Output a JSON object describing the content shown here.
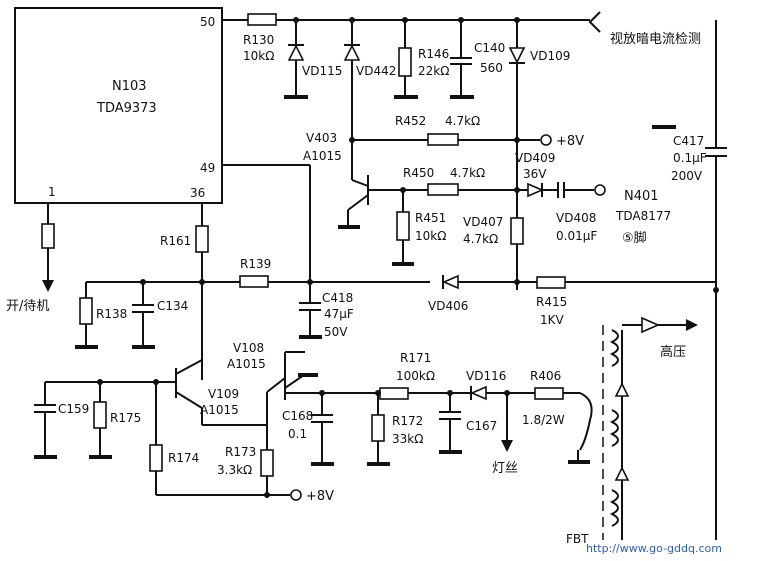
{
  "ic_main": {
    "ref": "N103",
    "part": "TDA9373",
    "pins": [
      "50",
      "49",
      "36",
      "1"
    ]
  },
  "left_label": "开/待机",
  "signal_out": "视放暗电流检测",
  "supply": "+8V",
  "filament": "灯丝",
  "hv": "高压",
  "fbt": "FBT",
  "n401": {
    "ref": "N401",
    "part": "TDA8177",
    "pin": "⑤脚"
  },
  "resistors": [
    {
      "ref": "R130",
      "val": "10kΩ"
    },
    {
      "ref": "R146",
      "val": "22kΩ"
    },
    {
      "ref": "R452",
      "val": "4.7kΩ"
    },
    {
      "ref": "R450",
      "val": "4.7kΩ"
    },
    {
      "ref": "R451",
      "val": "10kΩ"
    },
    {
      "ref": "R161",
      "val": ""
    },
    {
      "ref": "R139",
      "val": ""
    },
    {
      "ref": "R138",
      "val": ""
    },
    {
      "ref": "R415",
      "val": "1KV"
    },
    {
      "ref": "R175",
      "val": ""
    },
    {
      "ref": "R174",
      "val": ""
    },
    {
      "ref": "R173",
      "val": "3.3kΩ"
    },
    {
      "ref": "R171",
      "val": "100kΩ"
    },
    {
      "ref": "R172",
      "val": "33kΩ"
    },
    {
      "ref": "R406",
      "val": "1.8/2W"
    }
  ],
  "capacitors": [
    {
      "ref": "C140",
      "val": "560"
    },
    {
      "ref": "C417",
      "val": "0.1μF",
      "val2": "200V"
    },
    {
      "ref": "C134",
      "val": ""
    },
    {
      "ref": "C418",
      "val": "47μF",
      "val2": "50V"
    },
    {
      "ref": "C159",
      "val": ""
    },
    {
      "ref": "C168",
      "val": "0.1"
    },
    {
      "ref": "C167",
      "val": ""
    }
  ],
  "diodes": [
    {
      "ref": "VD115"
    },
    {
      "ref": "VD442"
    },
    {
      "ref": "VD109"
    },
    {
      "ref": "VD409",
      "val": "36V"
    },
    {
      "ref": "VD407",
      "val": "4.7kΩ"
    },
    {
      "ref": "VD406"
    },
    {
      "ref": "VD116"
    },
    {
      "ref": "VD408",
      "val": "0.01μF"
    }
  ],
  "transistors": [
    {
      "ref": "V403",
      "part": "A1015"
    },
    {
      "ref": "V108",
      "part": "A1015"
    },
    {
      "ref": "V109",
      "part": "A1015"
    }
  ],
  "watermark": "http://www.go-gddq.com"
}
